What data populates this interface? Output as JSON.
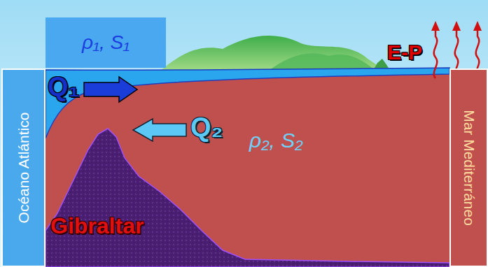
{
  "diagram": {
    "nodes": [
      {
        "text": [
          "ρ₁, S₁"
        ]
      },
      {
        "text": [
          "Océano Atlántico"
        ]
      },
      {
        "text": [
          "Mar Mediterráneo"
        ]
      }
    ],
    "labels": [
      "Q₁",
      "Q₂",
      "ρ₂, S₂",
      "E-P",
      "Gibraltar"
    ]
  }
}
